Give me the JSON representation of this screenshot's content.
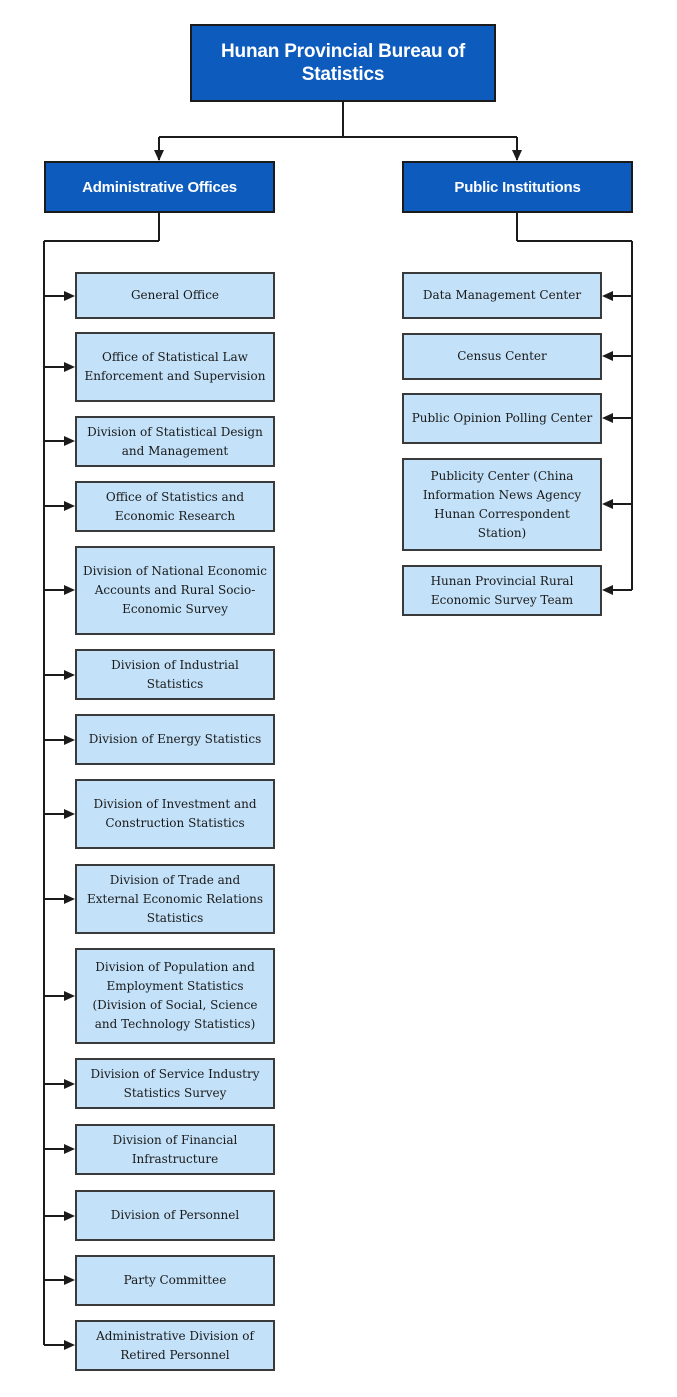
{
  "root": {
    "label": "Hunan Provincial Bureau of Statistics"
  },
  "categories": [
    {
      "label": "Administrative Offices",
      "children": [
        "General Office",
        "Office of Statistical Law Enforcement and Supervision",
        "Division of Statistical Design and Management",
        "Office of Statistics and Economic Research",
        "Division of National Economic Accounts and Rural Socio-Economic Survey",
        "Division of Industrial Statistics",
        "Division of Energy Statistics",
        "Division of Investment and Construction Statistics",
        "Division of Trade and External Economic Relations Statistics",
        "Division of Population and Employment Statistics (Division of Social, Science and Technology Statistics)",
        "Division of Service Industry Statistics Survey",
        "Division of Financial Infrastructure",
        "Division of Personnel",
        "Party Committee",
        "Administrative Division of Retired Personnel"
      ]
    },
    {
      "label": "Public Institutions",
      "children": [
        "Data Management Center",
        "Census Center",
        "Public Opinion Polling Center",
        "Publicity Center (China Information News Agency Hunan Correspondent Station)",
        "Hunan Provincial Rural Economic Survey Team"
      ]
    }
  ],
  "colors": {
    "header_fill": "#0d5bbd",
    "leaf_fill": "#c3e1f8",
    "line": "#1b1b1b"
  }
}
